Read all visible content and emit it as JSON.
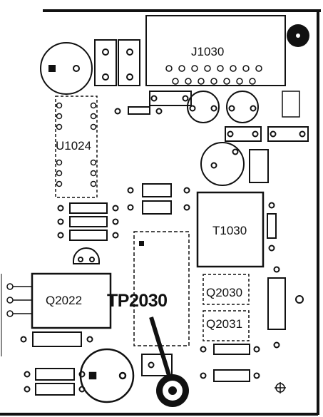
{
  "labels": {
    "j1030": "J1030",
    "u1024": "U1024",
    "t1030": "T1030",
    "q2022": "Q2022",
    "q2030": "Q2030",
    "q2031": "Q2031",
    "tp2030": "TP2030"
  },
  "colors": {
    "ink": "#111111",
    "board": "#ffffff"
  }
}
